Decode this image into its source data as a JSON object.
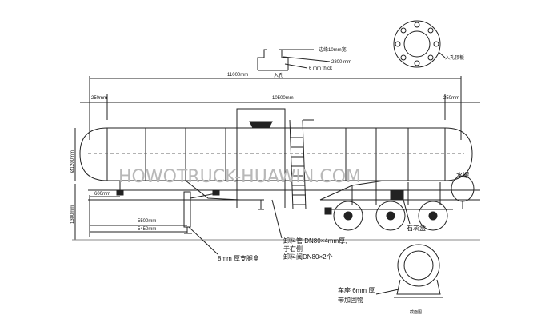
{
  "watermark": "HOWOTRUCK-HUAWIN.COM",
  "dimensions": {
    "overall_length": "11000mm",
    "tank_length": "10500mm",
    "left_overhang": "250mm",
    "right_overhang": "250mm",
    "tank_diameter": "Ø1200mm",
    "height": "1300mm",
    "support_offset": "600mm",
    "dim_5500": "5500mm",
    "dim_5450": "5450mm"
  },
  "manhole_detail": {
    "bolt_spec": "边缘10mm宽",
    "width_spec": "2800 mm",
    "thickness_spec": "6 mm thick",
    "manhole_label": "入孔",
    "flange_label": "入孔顶板"
  },
  "callouts": {
    "support_box": "8mm 厚支腿盒",
    "discharge_line1": "卸料管 DN80×4mm厚,",
    "discharge_line2": "于右侧",
    "discharge_line3": "卸料阀DN80×2个",
    "water_tank": "水罐",
    "lime_box": "石灰盒",
    "saddle_line1": "车座 6mm 厚",
    "saddle_line2": "带加固物",
    "section_label": "截面图"
  }
}
